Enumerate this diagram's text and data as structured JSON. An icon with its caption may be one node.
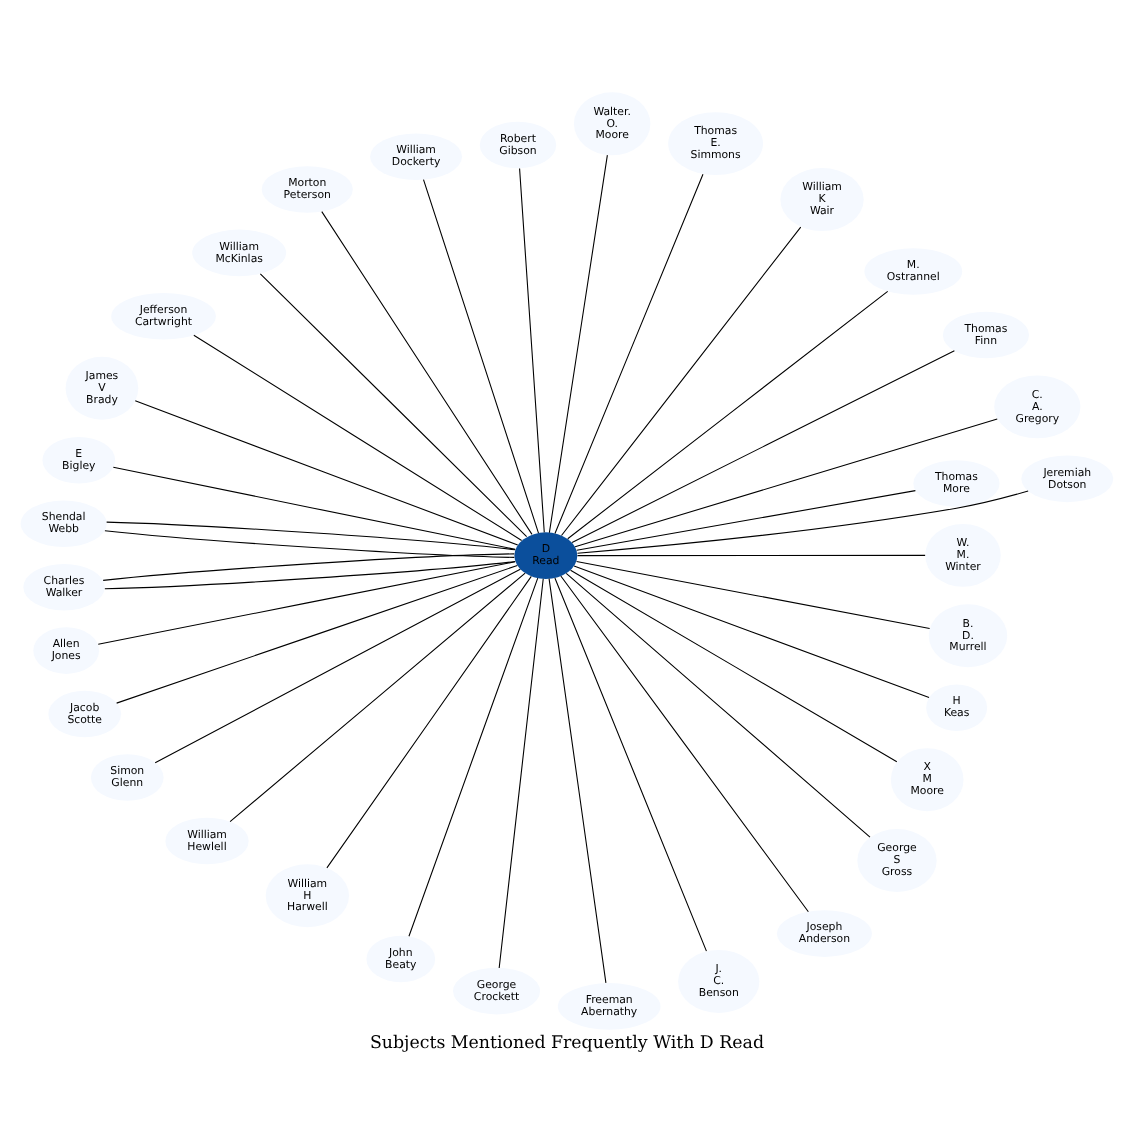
{
  "diagram": {
    "title": "Subjects Mentioned Frequently With D Read",
    "nodes": [
      {
        "text": [
          "D Read"
        ]
      },
      {
        "text": [
          "Thomas More"
        ]
      },
      {
        "text": [
          "Jeremiah Dotson"
        ]
      },
      {
        "text": [
          "C. A. Gregory"
        ]
      },
      {
        "text": [
          "Thomas Finn"
        ]
      },
      {
        "text": [
          "M. Ostrannel"
        ]
      },
      {
        "text": [
          "William K Wair"
        ]
      },
      {
        "text": [
          "Thomas E. Simmons"
        ]
      },
      {
        "text": [
          "Walter. O. Moore"
        ]
      },
      {
        "text": [
          "Robert Gibson"
        ]
      },
      {
        "text": [
          "William Dockerty"
        ]
      },
      {
        "text": [
          "Morton Peterson"
        ]
      },
      {
        "text": [
          "William McKinlas"
        ]
      },
      {
        "text": [
          "Jefferson Cartwright"
        ]
      },
      {
        "text": [
          "James V Brady"
        ]
      },
      {
        "text": [
          "E Bigley"
        ]
      },
      {
        "text": [
          "Shendal Webb"
        ]
      },
      {
        "text": [
          "Charles Walker"
        ]
      },
      {
        "text": [
          "Allen Jones"
        ]
      },
      {
        "text": [
          "Jacob Scotte"
        ]
      },
      {
        "text": [
          "Simon Glenn"
        ]
      },
      {
        "text": [
          "William Hewlell"
        ]
      },
      {
        "text": [
          "William H Harwell"
        ]
      },
      {
        "text": [
          "John Beaty"
        ]
      },
      {
        "text": [
          "George Crockett"
        ]
      },
      {
        "text": [
          "Freeman Abernathy"
        ]
      },
      {
        "text": [
          "J. C. Benson"
        ]
      },
      {
        "text": [
          "Joseph Anderson"
        ]
      },
      {
        "text": [
          "George S Gross"
        ]
      },
      {
        "text": [
          "X M Moore"
        ]
      },
      {
        "text": [
          "H Keas"
        ]
      },
      {
        "text": [
          "B. D. Murrell"
        ]
      },
      {
        "text": [
          "W. M. Winter"
        ]
      }
    ],
    "edges": [
      {
        "from": 0,
        "to": 1,
        "arrow": "none"
      },
      {
        "from": 0,
        "to": 2,
        "arrow": "none"
      },
      {
        "from": 0,
        "to": 3,
        "arrow": "none"
      },
      {
        "from": 0,
        "to": 4,
        "arrow": "none"
      },
      {
        "from": 0,
        "to": 5,
        "arrow": "none"
      },
      {
        "from": 0,
        "to": 6,
        "arrow": "none"
      },
      {
        "from": 0,
        "to": 7,
        "arrow": "none"
      },
      {
        "from": 0,
        "to": 8,
        "arrow": "none"
      },
      {
        "from": 0,
        "to": 9,
        "arrow": "none"
      },
      {
        "from": 0,
        "to": 10,
        "arrow": "none"
      },
      {
        "from": 0,
        "to": 11,
        "arrow": "none"
      },
      {
        "from": 0,
        "to": 12,
        "arrow": "none"
      },
      {
        "from": 0,
        "to": 13,
        "arrow": "none"
      },
      {
        "from": 0,
        "to": 14,
        "arrow": "none"
      },
      {
        "from": 0,
        "to": 15,
        "arrow": "none"
      },
      {
        "from": 0,
        "to": 16,
        "arrow": "none"
      },
      {
        "from": 0,
        "to": 17,
        "arrow": "none"
      },
      {
        "from": 0,
        "to": 18,
        "arrow": "none"
      },
      {
        "from": 0,
        "to": 19,
        "arrow": "none"
      },
      {
        "from": 0,
        "to": 20,
        "arrow": "none"
      },
      {
        "from": 0,
        "to": 21,
        "arrow": "none"
      },
      {
        "from": 0,
        "to": 22,
        "arrow": "none"
      },
      {
        "from": 0,
        "to": 23,
        "arrow": "none"
      },
      {
        "from": 0,
        "to": 24,
        "arrow": "none"
      },
      {
        "from": 0,
        "to": 25,
        "arrow": "none"
      },
      {
        "from": 0,
        "to": 26,
        "arrow": "none"
      },
      {
        "from": 0,
        "to": 27,
        "arrow": "none"
      },
      {
        "from": 0,
        "to": 28,
        "arrow": "none"
      },
      {
        "from": 0,
        "to": 29,
        "arrow": "none"
      },
      {
        "from": 0,
        "to": 30,
        "arrow": "none"
      },
      {
        "from": 0,
        "to": 31,
        "arrow": "none"
      },
      {
        "from": 0,
        "to": 32,
        "arrow": "none"
      },
      {
        "from": 0,
        "to": 16,
        "arrow": "none"
      },
      {
        "from": 0,
        "to": 17,
        "arrow": "none"
      }
    ]
  }
}
